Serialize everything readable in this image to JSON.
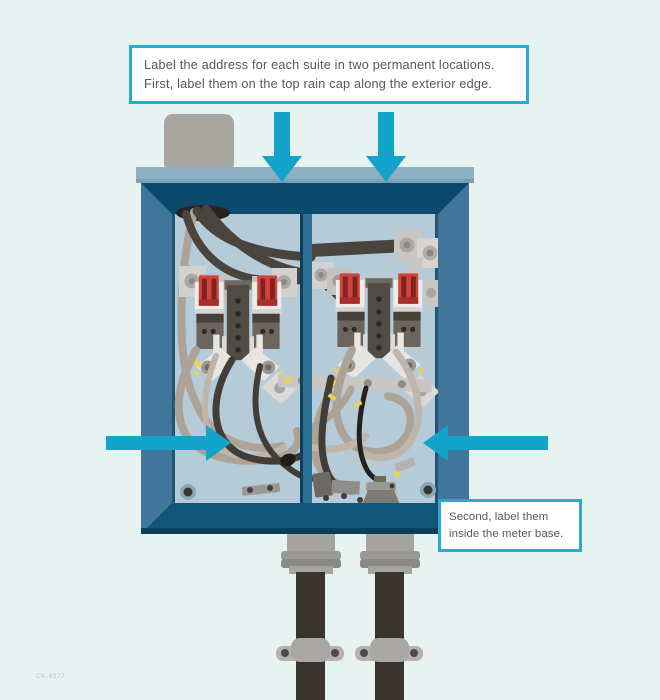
{
  "page": {
    "background": "#E7F3F1"
  },
  "callouts": {
    "top": "Label the address for each suite in two permanent locations.\nFirst, label them on the top rain cap along the exterior edge.",
    "side": "Second, label them\ninside the meter base."
  },
  "footer_code": "CK-6277",
  "diagram": {
    "subject": "Cutaway illustration of a two-suite electrical meter base",
    "pointer_arrows": {
      "count": 4,
      "color": "#14A3CB",
      "down_arrows_target": "top rain cap along the exterior edge",
      "side_arrows_target": "inside the meter base"
    }
  },
  "colors": {
    "accent_arrow": "#14A3CB",
    "callout_border": "#2BA9CE",
    "box_frame_blue": "#41769B",
    "box_interior": "#B5CBD8",
    "box_dark_teal": "#0C4A6D",
    "rain_cap": "#8FB0C2",
    "jaw_clip_red": "#D2423C",
    "conduit_dark": "#3A342E"
  }
}
